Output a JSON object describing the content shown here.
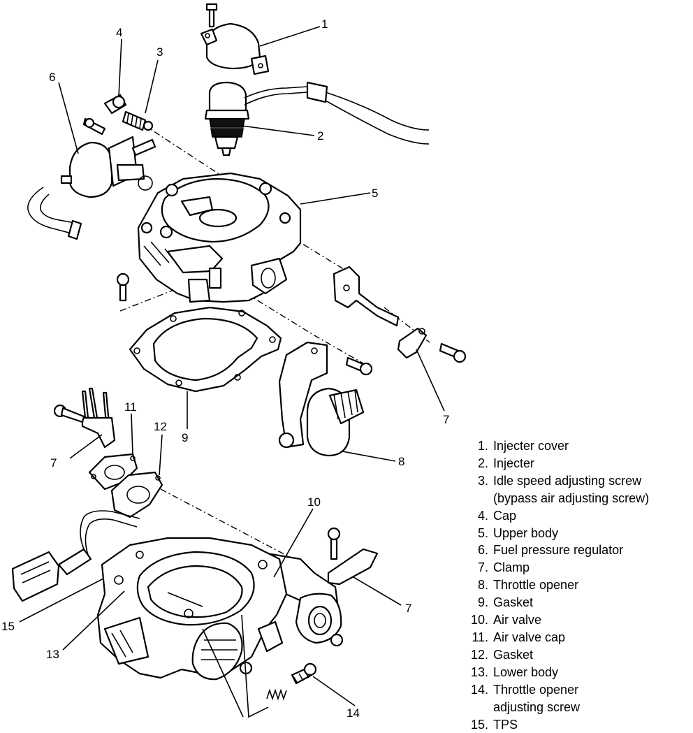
{
  "callouts": [
    "1",
    "2",
    "3",
    "4",
    "5",
    "6",
    "7",
    "7",
    "7",
    "8",
    "9",
    "10",
    "11",
    "12",
    "13",
    "14",
    "15"
  ],
  "legend": [
    {
      "num": "1.",
      "lines": [
        "Injecter cover"
      ]
    },
    {
      "num": "2.",
      "lines": [
        "Injecter"
      ]
    },
    {
      "num": "3.",
      "lines": [
        "Idle speed adjusting screw",
        "(bypass air adjusting screw)"
      ]
    },
    {
      "num": "4.",
      "lines": [
        "Cap"
      ]
    },
    {
      "num": "5.",
      "lines": [
        "Upper body"
      ]
    },
    {
      "num": "6.",
      "lines": [
        "Fuel pressure regulator"
      ]
    },
    {
      "num": "7.",
      "lines": [
        "Clamp"
      ]
    },
    {
      "num": "8.",
      "lines": [
        "Throttle opener"
      ]
    },
    {
      "num": "9.",
      "lines": [
        "Gasket"
      ]
    },
    {
      "num": "10.",
      "lines": [
        "Air valve"
      ]
    },
    {
      "num": "11.",
      "lines": [
        "Air valve cap"
      ]
    },
    {
      "num": "12.",
      "lines": [
        "Gasket"
      ]
    },
    {
      "num": "13.",
      "lines": [
        "Lower body"
      ]
    },
    {
      "num": "14.",
      "lines": [
        "Throttle opener",
        "adjusting screw"
      ]
    },
    {
      "num": "15.",
      "lines": [
        "TPS"
      ]
    }
  ]
}
